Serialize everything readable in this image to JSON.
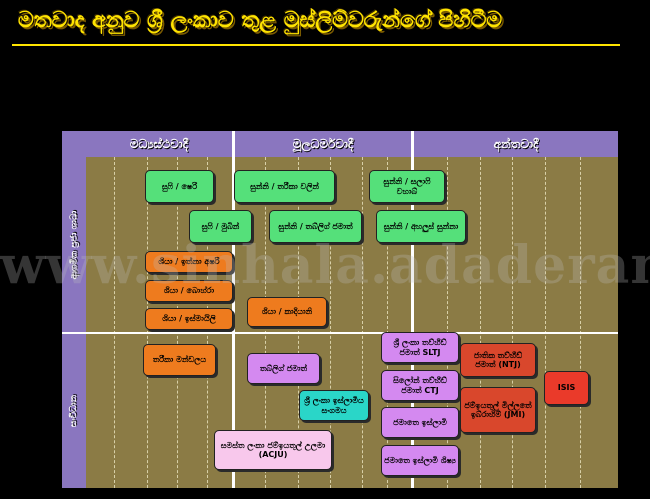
{
  "title": "මතවාද අනුව ශ්‍රී ලංකාව තුළ මුස්ලිම්වරුන්ගේ පිහිටීම",
  "columns": [
    "මධ්‍යස්ථවාදී",
    "මූලධර්මවාදී",
    "අන්තවාදී"
  ],
  "rows": [
    "ආගමික ප්‍රජා ශාඛා",
    "සංවිධාන"
  ],
  "nodes": {
    "sufi_sheri": "සුෆි / ෂෙරි",
    "sunni_tariqa": "සුන්නි / තරීකා වලින්",
    "sunni_salafi": "සුන්නි / සලාෆි වහාබ්",
    "sufi_mubin": "සුෆි / මුබින්",
    "sunni_tabligh": "සුන්නි / තබ්ලිග් ජමාත්",
    "sunni_ahlus": "සුන්නි / අහලුස් සුන්නා",
    "shia_ithna": "ශියා / ඉත්නා අෂරි",
    "shia_bohra": "ශියා / බොහ්රා",
    "shia_ismaili": "ශියා / ඉස්මායිලි",
    "shia_qadiyani": "ශියා / කාදියානි",
    "thariqa_council": "තරීකා මන්ඩලය",
    "tabligh_jamaat": "තබ්ලිග් ජමාත්",
    "slij": "ශ්‍රී ලංකා ඉස්ලාමීය සංගමය",
    "acju": "සමස්ත ලංකා ජම්ඉයතුල් උලමා",
    "acju_abbr": "(ACJU)",
    "sltj": "ශ්‍රී ලංකා තව්හීඩ් ජමාත් SLTJ",
    "ctj": "සිලෝන් තව්හීඩ් ජමාත් CTJ",
    "jama_islami": "ජමාතෙ ඉස්ලාමි",
    "jama_students": "ජමාතෙ ඉස්ලාමි ශිෂ්‍ය",
    "ntj": "ජාතික තව්හීඩ් ජමාත් (NTJ)",
    "jmi": "ජම්ඉයතුල් මිල්ලතේ ඉබ්රාහිම් (JMI)",
    "isis": "ISIS"
  },
  "colors": {
    "background": "#000000",
    "title": "#ffe400",
    "header": "#8a76bf",
    "panel": "#8b7b45",
    "green": "#55e07a",
    "orange": "#ee7b1e",
    "purple": "#d489f0",
    "teal": "#2ad6c8",
    "pink": "#f8c8ec",
    "red": "#ea3a2a"
  },
  "watermark": "www.sinhala.adaderana.lk"
}
